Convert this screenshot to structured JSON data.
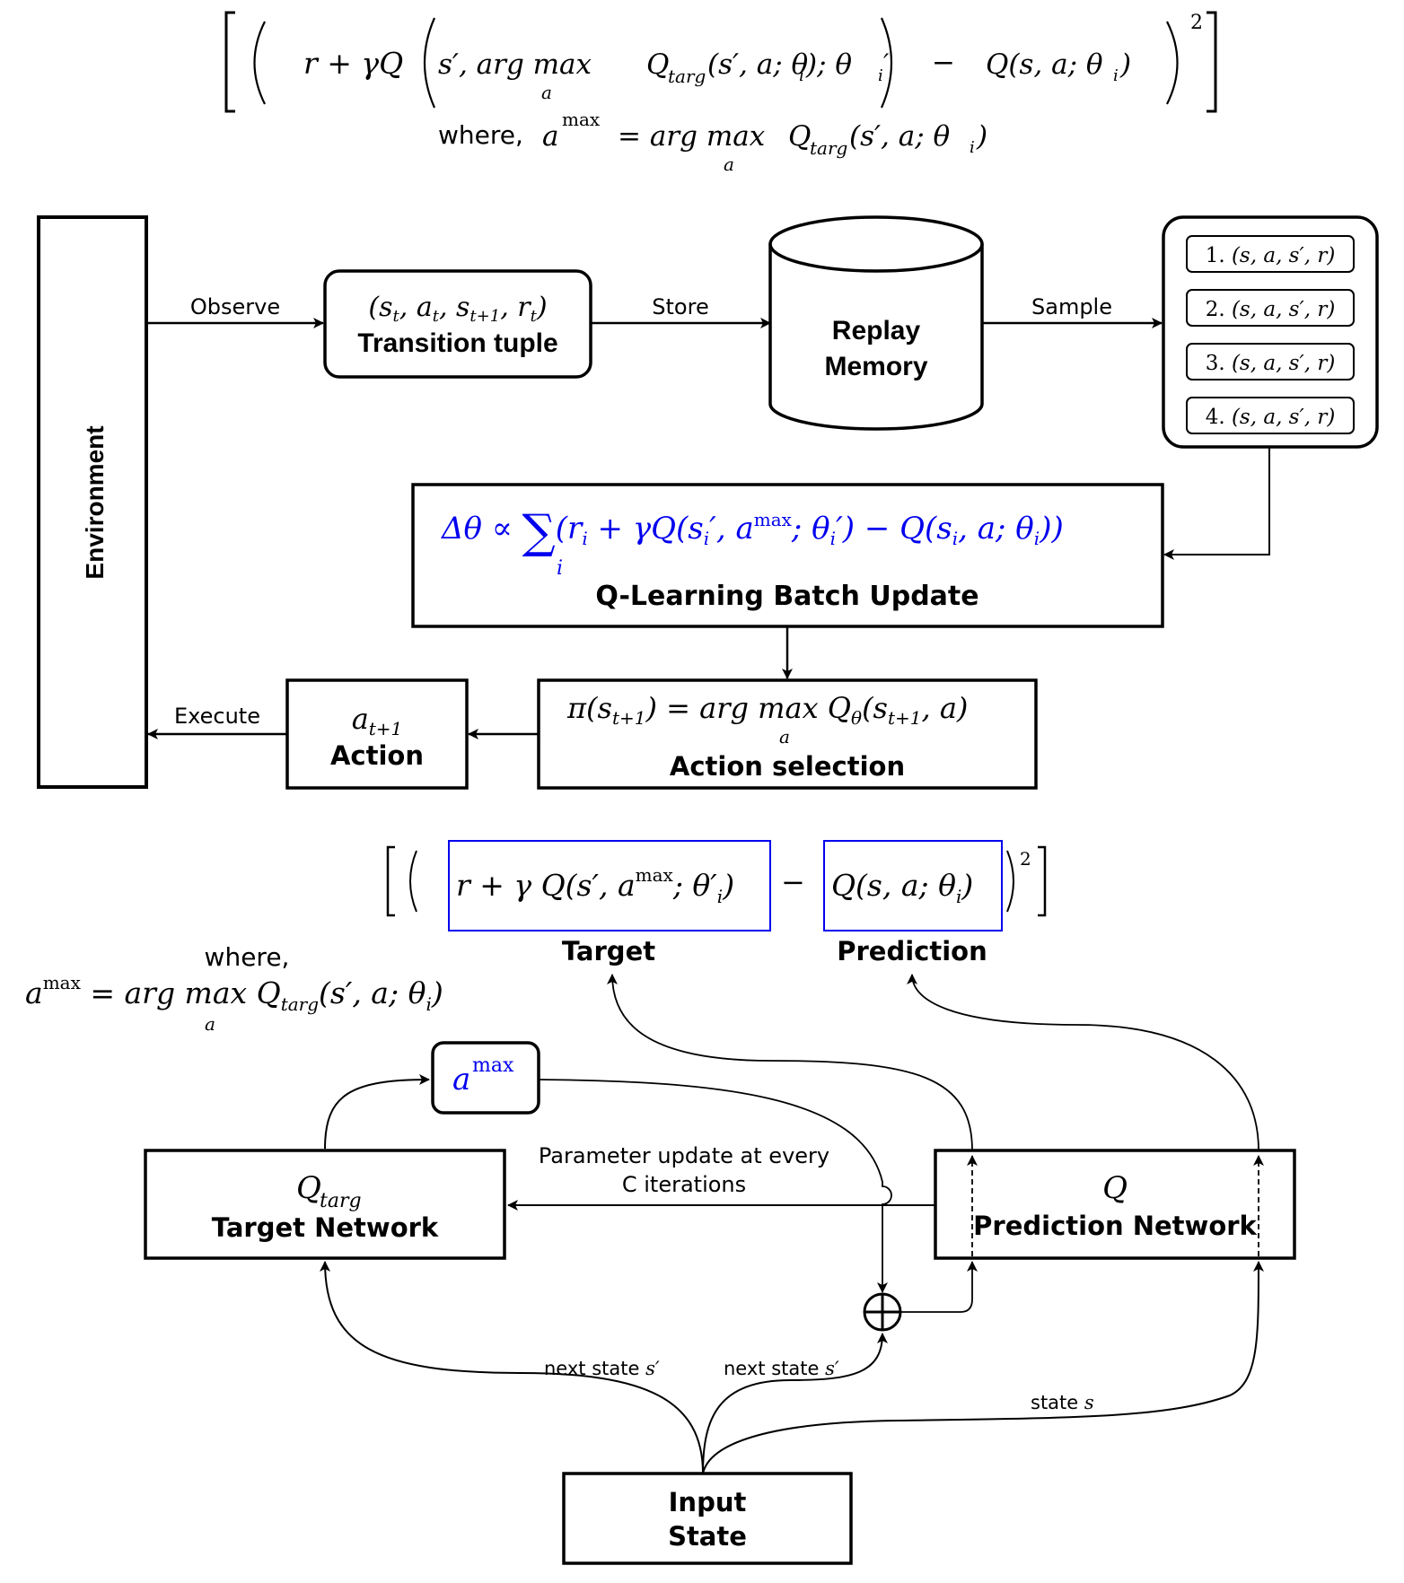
{
  "colors": {
    "stroke": "#000000",
    "accent_blue": "#0000ee",
    "background": "#ffffff"
  },
  "top_equation": {
    "loss": "[ (  r + γQ( s′,  arg max_a Q_targ(s′, a; θ_i);  θ_i′ )  −  Q(s, a; θ_i)  )² ]",
    "main_left": "r + γQ",
    "inner": "s′,  arg max",
    "inner_sub": "a",
    "inner_rest": "Q",
    "inner_targ": "targ",
    "inner_args": "(s′, a; θ",
    "inner_i": "i",
    "inner_close": ");  θ",
    "inner_prime": "′",
    "minus": "−",
    "prediction": "Q(s, a; θ",
    "prediction_close": ")",
    "exponent": "2",
    "where_label": "where,",
    "where_lhs": "a",
    "where_sup": "max",
    "where_eq": "=  arg max",
    "where_sub": "a",
    "where_rhs": "Q",
    "where_targ": "targ",
    "where_args": "(s′, a; θ",
    "where_i": "i",
    "where_close": ")"
  },
  "environment": {
    "label": "Environment"
  },
  "edges": {
    "observe": "Observe",
    "store": "Store",
    "sample": "Sample",
    "execute": "Execute",
    "param_update_line1": "Parameter update at every",
    "param_update_line2": "C iterations",
    "next_state_1": "next state",
    "next_state_2": "next state",
    "state": "state",
    "s_prime": "s′",
    "s": "s"
  },
  "transition": {
    "math": "(s_t, a_t, s_{t+1}, r_t)",
    "math_display": "(s",
    "label": "Transition tuple"
  },
  "replay_memory": {
    "line1": "Replay",
    "line2": "Memory"
  },
  "samples": [
    {
      "index": "1.",
      "tuple": "(s, a, s′, r)"
    },
    {
      "index": "2.",
      "tuple": "(s, a, s′, r)"
    },
    {
      "index": "3.",
      "tuple": "(s, a, s′, r)"
    },
    {
      "index": "4.",
      "tuple": "(s, a, s′, r)"
    }
  ],
  "batch_update": {
    "formula_left": "Δθ ∝ ",
    "sum": "∑",
    "sum_sub": "i",
    "formula_right": "(r",
    "formula_text": "Δθ ∝ ∑_i (r_i + γQ(s_i′, a^max; θ_i′) − Q(s_i, a; θ_i))",
    "label": "Q-Learning Batch Update"
  },
  "action_selection": {
    "formula": "π(s_{t+1}) = arg max_a Q_θ(s_{t+1}, a)",
    "label": "Action selection"
  },
  "action": {
    "math": "a_{t+1}",
    "label": "Action"
  },
  "bottom_equation": {
    "open": "[ (",
    "target_expr": "r + γ Q(s′, a^max; θ′_i)",
    "minus": "−",
    "prediction_expr": "Q(s, a; θ_i)",
    "close": ")",
    "exponent": "2",
    "bracket_close": "]",
    "target_label": "Target",
    "prediction_label": "Prediction"
  },
  "where_block": {
    "label": "where,",
    "formula": "a^max = arg max_a Q_targ(s′, a; θ_i)"
  },
  "amax_node": {
    "base": "a",
    "sup": "max"
  },
  "target_network": {
    "math": "Q",
    "math_sub": "targ",
    "label": "Target Network"
  },
  "prediction_network": {
    "math": "Q",
    "label": "Prediction Network"
  },
  "input_state": {
    "line1": "Input",
    "line2": "State"
  },
  "sum_node": {
    "symbol": "⊕"
  }
}
